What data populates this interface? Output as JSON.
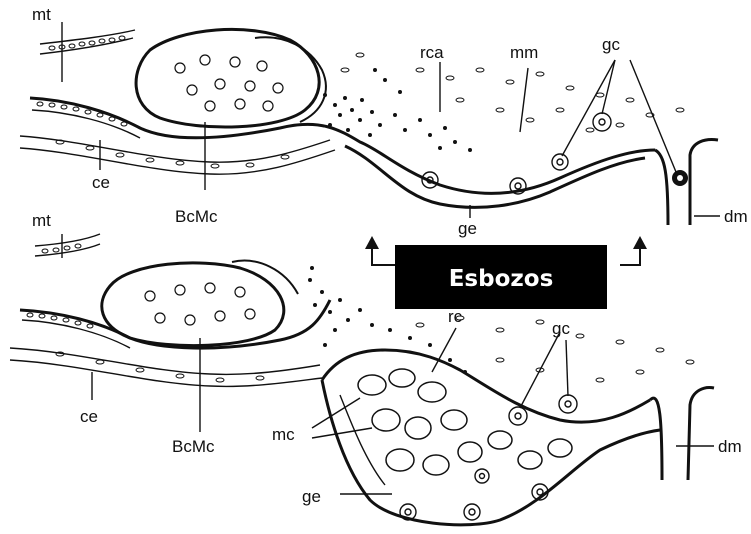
{
  "labels": {
    "top": {
      "mt": "mt",
      "ce": "ce",
      "bcmc": "BcMc",
      "rca": "rca",
      "mm": "mm",
      "gc": "gc",
      "ge": "ge",
      "dm": "dm"
    },
    "bottom": {
      "mt": "mt",
      "ce": "ce",
      "bcmc": "BcMc",
      "rc": "rc",
      "gc": "gc",
      "mc": "mc",
      "ge": "ge",
      "dm": "dm"
    }
  },
  "banner": {
    "text": "Esbozos",
    "bg": "#000000",
    "fg": "#ffffff"
  }
}
